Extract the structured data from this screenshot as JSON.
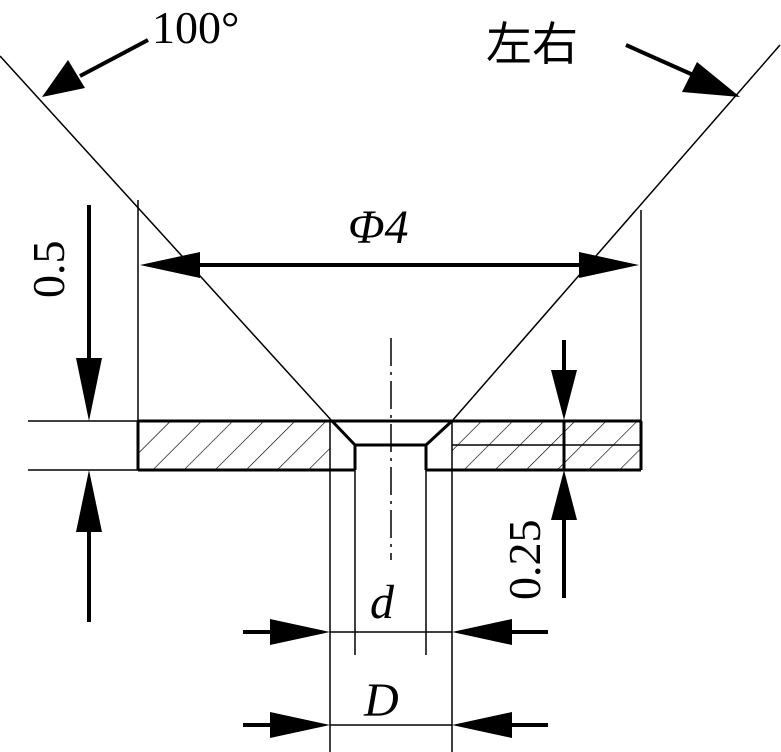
{
  "labels": {
    "angle": "100°",
    "angle_tolerance": "左右",
    "diameter": "Φ4",
    "thickness": "0.5",
    "depth": "0.25",
    "small_diameter": "d",
    "large_diameter": "D"
  }
}
